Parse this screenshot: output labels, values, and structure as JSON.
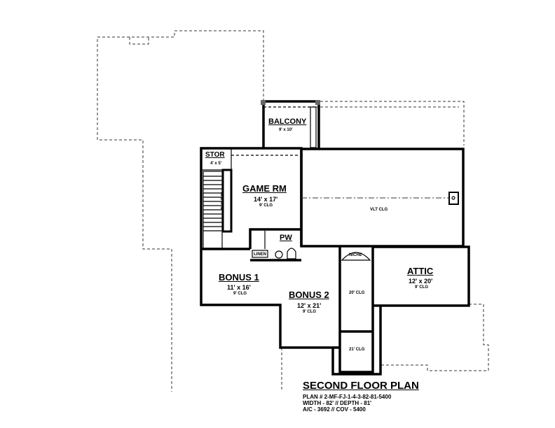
{
  "title": "SECOND FLOOR PLAN",
  "plan_info": {
    "plan_number": "PLAN # 2-MF-FJ-1-4-3-82-81-5400",
    "dimensions": "WIDTH - 82' // DEPTH - 81'",
    "area": "A/C - 3692 // COV - 5400"
  },
  "rooms": {
    "balcony": {
      "name": "BALCONY",
      "size": "9' x 10'"
    },
    "stor": {
      "name": "STOR",
      "size": "4' x 5'"
    },
    "game_rm": {
      "name": "GAME RM",
      "size": "14' x 17'",
      "clg": "9' CLG"
    },
    "built_in": "BUILT IN",
    "pw": "PW",
    "linen": "LINEN",
    "vaulted": "VLT CLG",
    "bonus1": {
      "name": "BONUS 1",
      "size": "11' x 16'",
      "clg": "9' CLG"
    },
    "bonus2": {
      "name": "BONUS 2",
      "size": "12' x 21'",
      "clg": "9' CLG"
    },
    "niche": "NICHE",
    "hall_clg": "20' CLG",
    "entry_clg": "21' CLG",
    "attic": {
      "name": "ATTIC",
      "size": "12' x 20'",
      "clg": "9' CLG"
    }
  }
}
